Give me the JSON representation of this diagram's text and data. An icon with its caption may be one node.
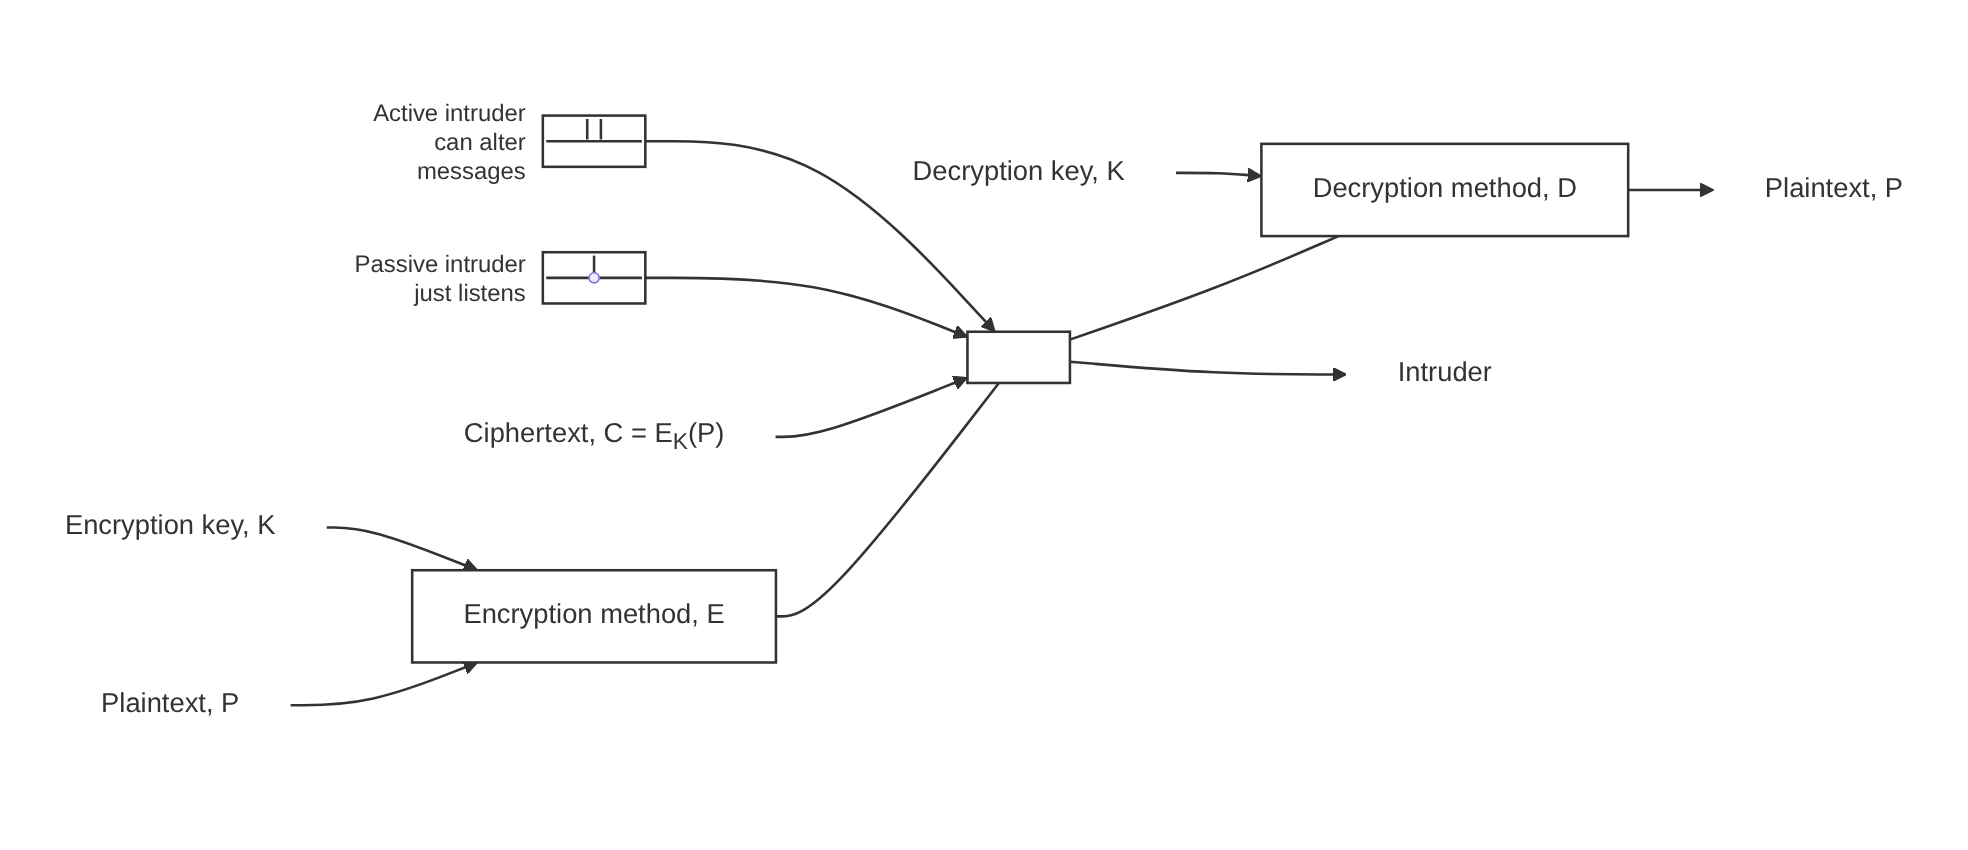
{
  "diagram": {
    "nodes": [
      {
        "text": [
          "Plaintext, P"
        ]
      },
      {
        "text": [
          "Encryption method, E"
        ]
      },
      {
        "text": [],
        "shape": "box"
      },
      {
        "text": [
          "Decryption method, D"
        ]
      },
      {
        "text": [
          "Plaintext, P"
        ]
      },
      {
        "text": [
          "Encryption key, K"
        ]
      },
      {
        "text": [
          "Ciphertext, C = E$_{K}$(P)"
        ]
      },
      {
        "text": [
          "Decryption key, K"
        ]
      },
      {
        "text": [
          "Intruder"
        ]
      },
      {
        "text": [],
        "shape": "picture",
        "beside": [
          "Passive intruder just listens"
        ]
      },
      {
        "text": [],
        "shape": "picture",
        "beside": [
          "Active intruder can alter messages"
        ]
      }
    ],
    "edges": [
      {
        "from": 0,
        "to": 1,
        "arrow": "to"
      },
      {
        "from": 1,
        "to": 2,
        "arrow": "none"
      },
      {
        "from": 2,
        "to": 3,
        "arrow": "none"
      },
      {
        "from": 3,
        "to": 4,
        "arrow": "to"
      },
      {
        "from": 5,
        "to": 1,
        "arrow": "to"
      },
      {
        "from": 6,
        "to": 2,
        "arrow": "to"
      },
      {
        "from": 7,
        "to": 3,
        "arrow": "to"
      },
      {
        "from": 2,
        "to": 8,
        "arrow": "to"
      },
      {
        "from": 9,
        "to": 2,
        "arrow": "to"
      },
      {
        "from": 10,
        "to": 2,
        "arrow": "to"
      }
    ]
  }
}
